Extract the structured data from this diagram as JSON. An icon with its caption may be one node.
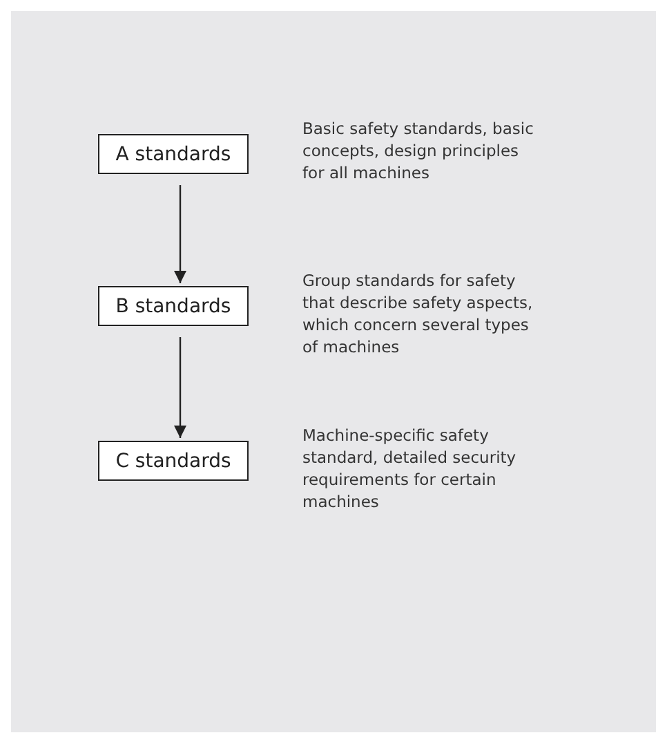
{
  "diagram": {
    "nodes": [
      {
        "text": [
          "A standards"
        ],
        "beside": [
          "Basic safety standards, basic concepts, design principles for all machines"
        ]
      },
      {
        "text": [
          "B standards"
        ],
        "beside": [
          "Group standards for safety that describe safety aspects, which concern several types of machines"
        ]
      },
      {
        "text": [
          "C standards"
        ],
        "beside": [
          "Machine-specific safety standard, detailed security requirements for certain machines"
        ]
      }
    ],
    "edges": [
      {
        "from": 0,
        "to": 1,
        "arrow": "to"
      },
      {
        "from": 1,
        "to": 2,
        "arrow": "to"
      }
    ]
  }
}
